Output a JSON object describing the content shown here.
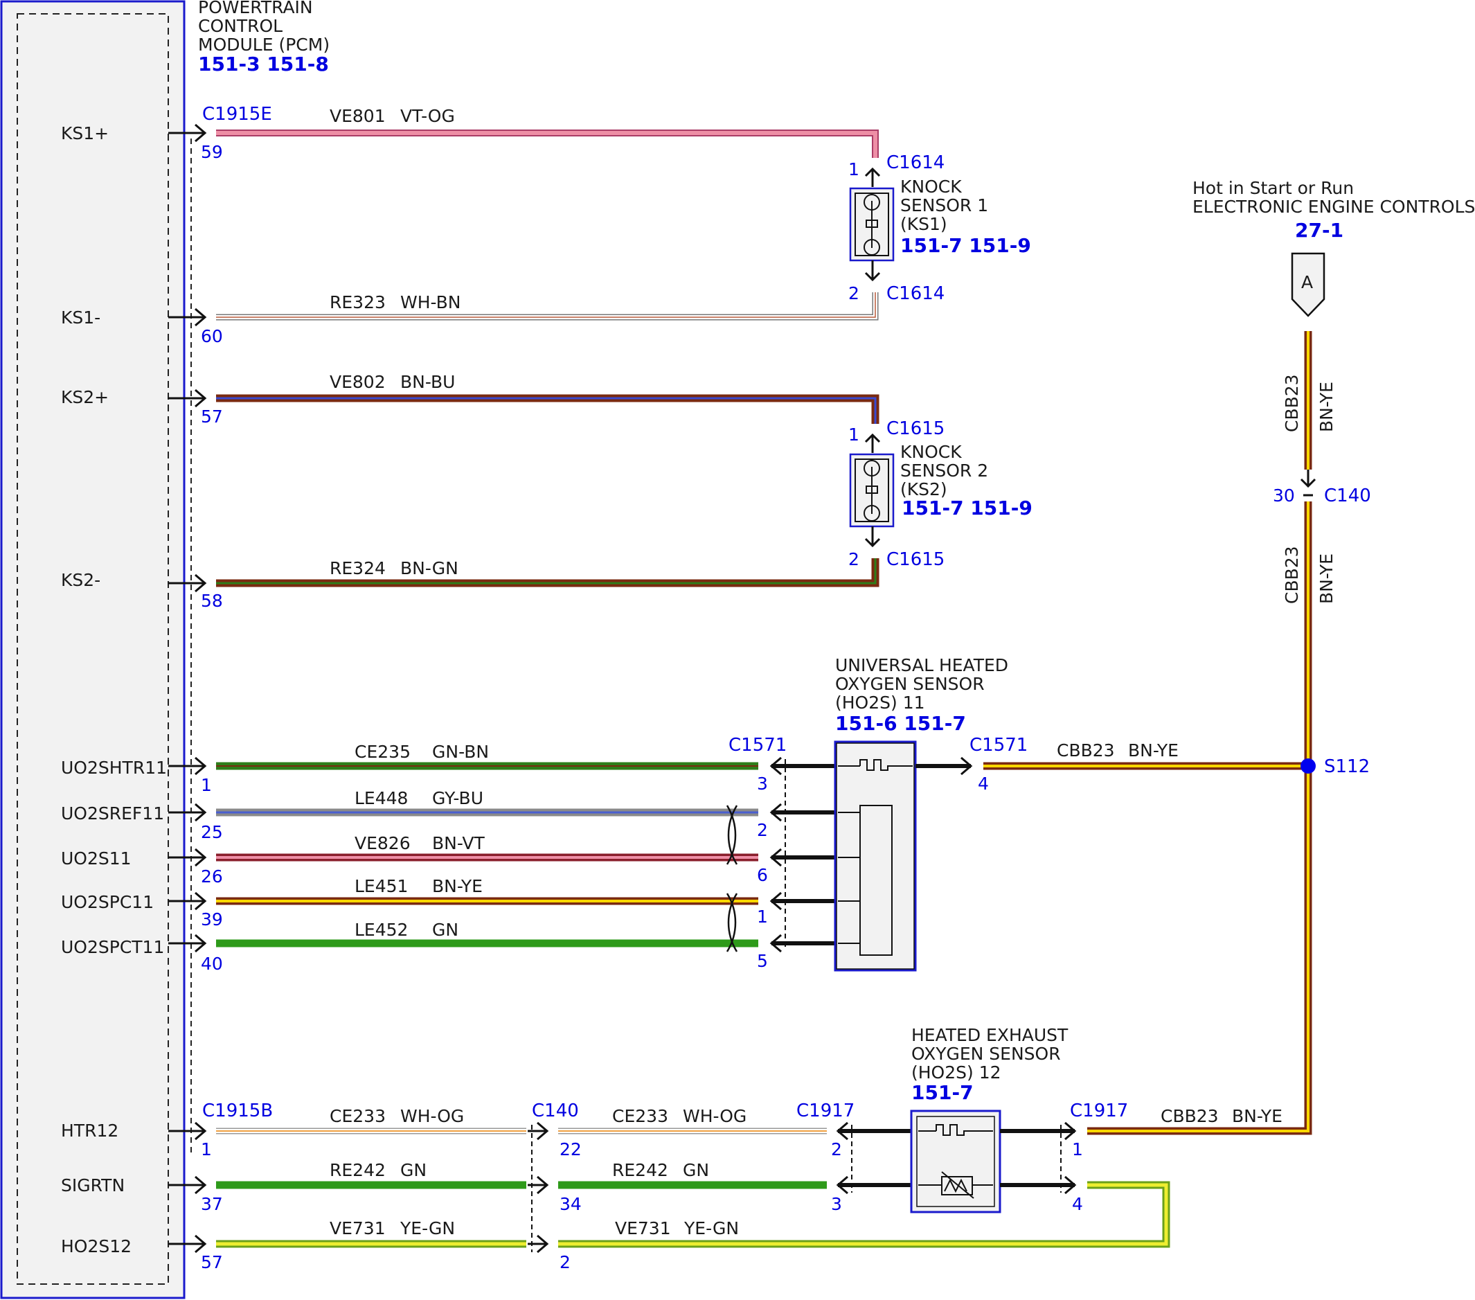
{
  "pcm": {
    "title_lines": [
      "POWERTRAIN",
      "CONTROL",
      "MODULE (PCM)"
    ],
    "refs": "151-3 151-8",
    "connector_top": "C1915E",
    "connector_bottom": "C1915B",
    "pins": [
      {
        "label": "KS1+",
        "pin": "59"
      },
      {
        "label": "KS1-",
        "pin": "60"
      },
      {
        "label": "KS2+",
        "pin": "57"
      },
      {
        "label": "KS2-",
        "pin": "58"
      },
      {
        "label": "UO2SHTR11",
        "pin": "1"
      },
      {
        "label": "UO2SREF11",
        "pin": "25"
      },
      {
        "label": "UO2S11",
        "pin": "26"
      },
      {
        "label": "UO2SPC11",
        "pin": "39"
      },
      {
        "label": "UO2SPCT11",
        "pin": "40"
      },
      {
        "label": "HTR12",
        "pin": "1"
      },
      {
        "label": "SIGRTN",
        "pin": "37"
      },
      {
        "label": "HO2S12",
        "pin": "57"
      }
    ]
  },
  "wires": [
    {
      "circuit": "VE801",
      "color": "VT-OG"
    },
    {
      "circuit": "RE323",
      "color": "WH-BN"
    },
    {
      "circuit": "VE802",
      "color": "BN-BU"
    },
    {
      "circuit": "RE324",
      "color": "BN-GN"
    },
    {
      "circuit": "CE235",
      "color": "GN-BN"
    },
    {
      "circuit": "LE448",
      "color": "GY-BU"
    },
    {
      "circuit": "VE826",
      "color": "BN-VT"
    },
    {
      "circuit": "LE451",
      "color": "BN-YE"
    },
    {
      "circuit": "LE452",
      "color": "GN"
    },
    {
      "circuit": "CE233",
      "color": "WH-OG"
    },
    {
      "circuit": "RE242",
      "color": "GN"
    },
    {
      "circuit": "VE731",
      "color": "YE-GN"
    },
    {
      "circuit": "CE233",
      "color": "WH-OG"
    },
    {
      "circuit": "RE242",
      "color": "GN"
    },
    {
      "circuit": "VE731",
      "color": "YE-GN"
    }
  ],
  "ks1": {
    "title_lines": [
      "KNOCK",
      "SENSOR 1",
      "(KS1)"
    ],
    "refs": "151-7 151-9",
    "connector": "C1614",
    "pin_top": "1",
    "pin_bottom": "2"
  },
  "ks2": {
    "title_lines": [
      "KNOCK",
      "SENSOR 2",
      "(KS2)"
    ],
    "refs": "151-7 151-9",
    "connector": "C1615",
    "pin_top": "1",
    "pin_bottom": "2"
  },
  "ho2s11": {
    "title_lines": [
      "UNIVERSAL HEATED",
      "OXYGEN SENSOR",
      "(HO2S) 11"
    ],
    "refs": "151-6 151-7",
    "connector": "C1571",
    "pins_left": [
      "3",
      "2",
      "6",
      "1",
      "5"
    ],
    "pin_right": "4",
    "right_wire_circuit": "CBB23",
    "right_wire_color": "BN-YE"
  },
  "ho2s12": {
    "title_lines": [
      "HEATED EXHAUST",
      "OXYGEN SENSOR",
      "(HO2S) 12"
    ],
    "refs": "151-7",
    "connector": "C1917",
    "pins_left": [
      "2",
      "3"
    ],
    "pins_right": [
      "1",
      "4"
    ],
    "right_wire_circuit": "CBB23",
    "right_wire_color": "BN-YE"
  },
  "c140": {
    "label": "C140",
    "pins_left": [
      "22",
      "34",
      "2"
    ],
    "power_pin": "30"
  },
  "power": {
    "title_lines": [
      "Hot in Start or Run",
      "ELECTRONIC ENGINE CONTROLS"
    ],
    "ref": "27-1",
    "flag": "A",
    "vertical_circuit": "CBB23",
    "vertical_color": "BN-YE"
  },
  "splice": {
    "label": "S112"
  },
  "palette": {
    "module_border": "#1a1acc",
    "module_fill": "#f2f2f2",
    "ref_blue": "#0000e0",
    "brown": "#7a2a10",
    "yellow": "#ffd700",
    "violet_pink": "#ee8fa6",
    "green": "#2e7d1a",
    "gray": "#8a8a8a",
    "blue": "#4a5fd0"
  }
}
